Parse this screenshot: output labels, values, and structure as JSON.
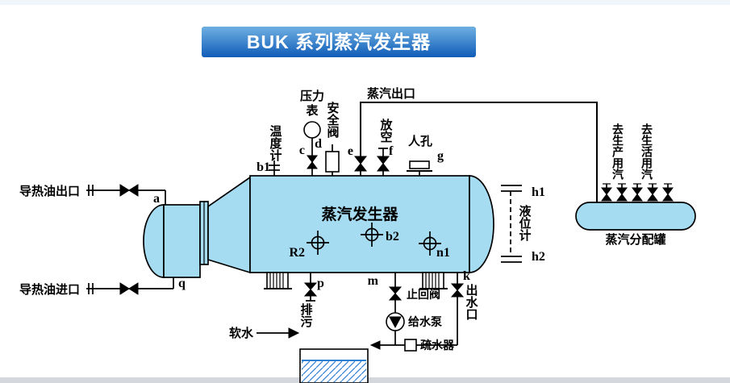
{
  "banner": {
    "title": "BUK 系列蒸汽发生器"
  },
  "vessel": {
    "label": "蒸汽发生器"
  },
  "left_pipes": {
    "oil_outlet_label": "导热油出口",
    "oil_inlet_label": "导热油进口",
    "a": "a",
    "q": "q"
  },
  "top_fittings": {
    "b1": "b1",
    "thermometer": "温度计",
    "c": "c",
    "pressure_gauge_lines": [
      "压力",
      "表"
    ],
    "d": "d",
    "safety_valve": "安全阀",
    "e": "e",
    "steam_outlet": "蒸汽出口",
    "f": "f",
    "vent": "放空",
    "g": "g",
    "manhole": "人孔"
  },
  "level_gauge": {
    "h1": "h1",
    "h2": "h2",
    "label": "液位计"
  },
  "internals": {
    "r2": "R2",
    "b2": "b2",
    "n1": "n1"
  },
  "bottom": {
    "p": "p",
    "blowdown": "排污",
    "m": "m",
    "check_valve": "止回阀",
    "feed_pump": "给水泵",
    "k": "k",
    "water_outlet": "出水口",
    "soft_water": "软水",
    "steam_trap": "疏水器"
  },
  "distribution": {
    "to_production": "去生产用汽",
    "to_domestic": "去生活用汽",
    "tank_label": "蒸汽分配罐"
  },
  "colors": {
    "banner_top": "#6fb0e2",
    "banner_bottom": "#0f5cb8",
    "vessel_fill": "#a6dcf2",
    "water_line": "#2f7fd0"
  }
}
